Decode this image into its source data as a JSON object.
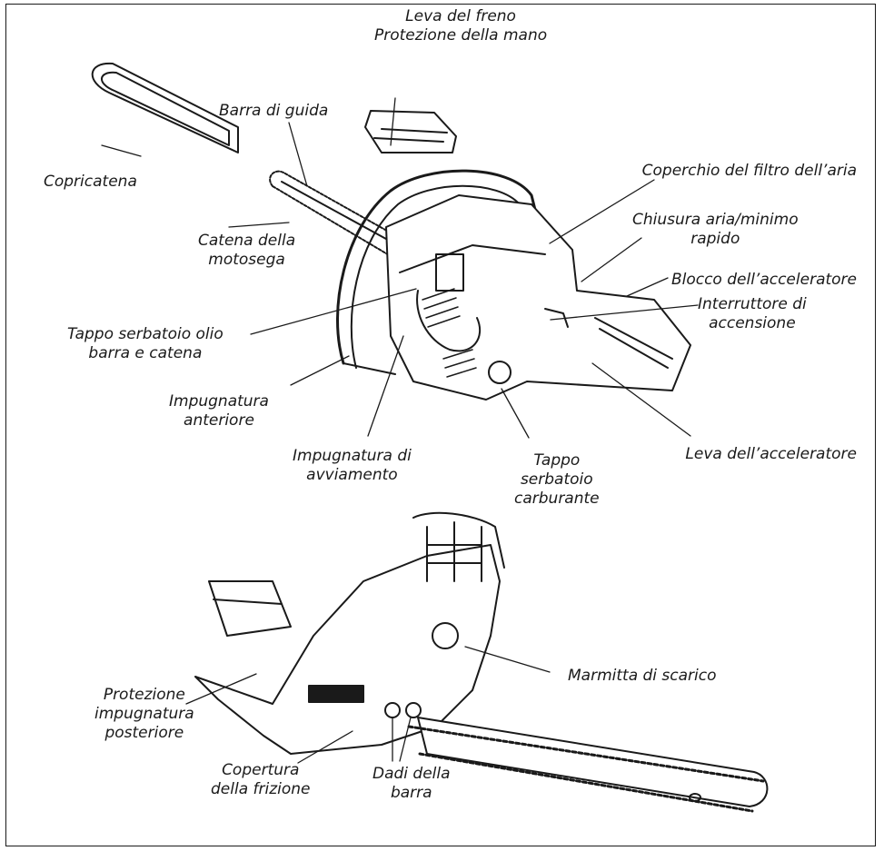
{
  "labels": {
    "freno": [
      "Leva del freno",
      "Protezione della mano"
    ],
    "barra_guida": [
      "Barra di guida"
    ],
    "copricatena": [
      "Copricatena"
    ],
    "filtro_aria": [
      "Coperchio del filtro dell’aria"
    ],
    "chiusura_aria": [
      "Chiusura aria/minimo",
      "rapido"
    ],
    "catena": [
      "Catena della",
      "motosega"
    ],
    "blocco_acceleratore": [
      "Blocco dell’acceleratore"
    ],
    "interruttore": [
      "Interruttore di",
      "accensione"
    ],
    "tappo_olio": [
      "Tappo serbatoio olio",
      "barra e catena"
    ],
    "impugnatura_anteriore": [
      "Impugnatura",
      "anteriore"
    ],
    "impugnatura_avviamento": [
      "Impugnatura di",
      "avviamento"
    ],
    "tappo_carburante": [
      "Tappo",
      "serbatoio",
      "carburante"
    ],
    "leva_acceleratore": [
      "Leva dell’acceleratore"
    ],
    "marmitta": [
      "Marmitta di scarico"
    ],
    "protezione_posteriore": [
      "Protezione",
      "impugnatura",
      "posteriore"
    ],
    "frizione": [
      "Copertura",
      "della frizione"
    ],
    "dadi": [
      "Dadi della",
      "barra"
    ]
  }
}
